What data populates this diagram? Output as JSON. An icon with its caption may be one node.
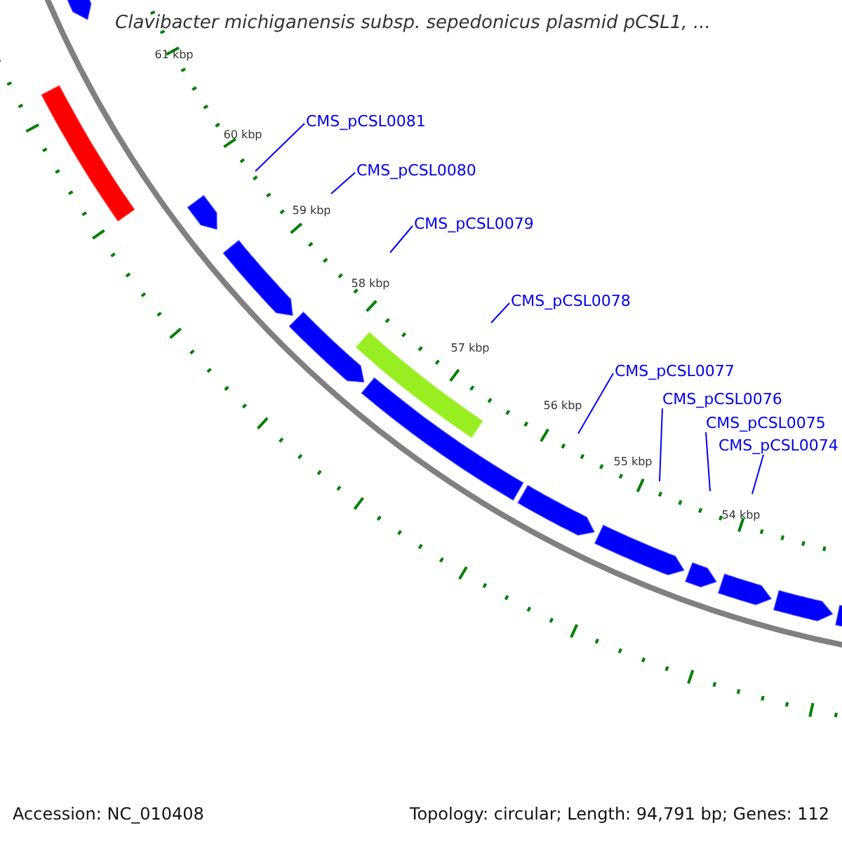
{
  "diagram": {
    "title": "Clavibacter michiganensis subsp. sepedonicus plasmid pCSL1, ...",
    "nodes": [
      {
        "text": [
          "CMS_pCSL0081"
        ]
      },
      {
        "text": [
          "CMS_pCSL0080"
        ]
      },
      {
        "text": [
          "CMS_pCSL0079"
        ]
      },
      {
        "text": [
          "CMS_pCSL0078"
        ]
      },
      {
        "text": [
          "CMS_pCSL0077"
        ]
      },
      {
        "text": [
          "CMS_pCSL0076"
        ]
      },
      {
        "text": [
          "CMS_pCSL0075"
        ]
      },
      {
        "text": [
          "CMS_pCSL0074"
        ]
      }
    ],
    "edges": [
      {
        "from": 0,
        "to": null,
        "arrow": "none"
      },
      {
        "from": 1,
        "to": null,
        "arrow": "none"
      },
      {
        "from": 2,
        "to": null,
        "arrow": "none"
      },
      {
        "from": 3,
        "to": null,
        "arrow": "none"
      },
      {
        "from": 4,
        "to": null,
        "arrow": "none"
      },
      {
        "from": 5,
        "to": null,
        "arrow": "none"
      },
      {
        "from": 6,
        "to": null,
        "arrow": "none"
      },
      {
        "from": 7,
        "to": null,
        "arrow": "none"
      }
    ],
    "labels": [
      "61 kbp",
      "60 kbp",
      "59 kbp",
      "58 kbp",
      "57 kbp",
      "56 kbp",
      "55 kbp",
      "54 kbp",
      "Accession: NC_010408",
      "Topology: circular; Length: 94,791 bp; Genes: 112"
    ]
  }
}
